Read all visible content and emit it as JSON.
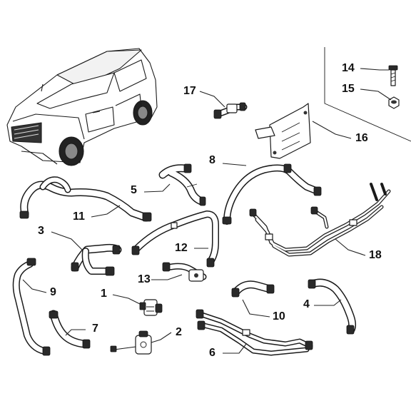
{
  "callouts": {
    "c1": "1",
    "c2": "2",
    "c3": "3",
    "c4": "4",
    "c5": "5",
    "c6": "6",
    "c7": "7",
    "c8": "8",
    "c9": "9",
    "c10": "10",
    "c11": "11",
    "c12": "12",
    "c13": "13",
    "c14": "14",
    "c15": "15",
    "c16": "16",
    "c17": "17",
    "c18": "18"
  },
  "icons": {
    "vehicle": "suv-vehicle-illustration",
    "hose": "coolant-hose",
    "bracket": "mounting-bracket",
    "bolt": "bolt",
    "nut": "nut"
  }
}
